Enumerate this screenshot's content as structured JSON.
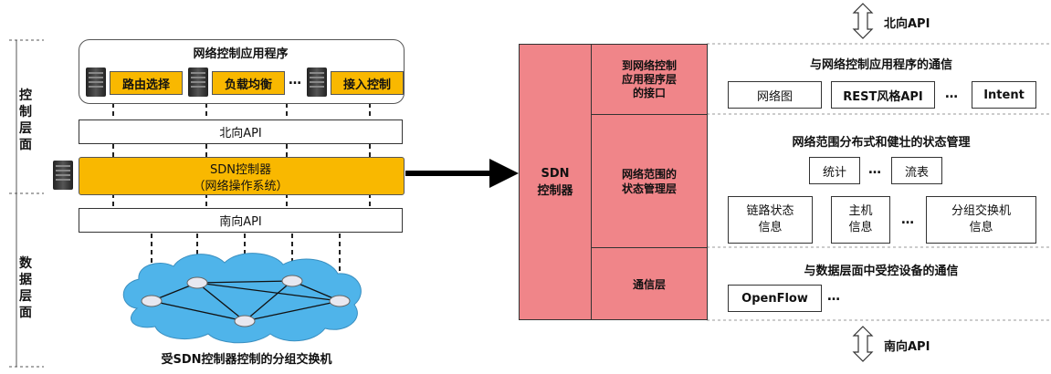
{
  "left": {
    "control_layer_label": "控制层面",
    "data_layer_label": "数据层面",
    "app_group_title": "网络控制应用程序",
    "apps": [
      "路由选择",
      "负载均衡",
      "接入控制"
    ],
    "apps_ellipsis": "…",
    "northbound_api": "北向API",
    "controller_line1": "SDN控制器",
    "controller_line2": "（网络操作系统）",
    "southbound_api": "南向API",
    "switches_caption": "受SDN控制器控制的分组交换机"
  },
  "right": {
    "top_api": "北向API",
    "bottom_api": "南向API",
    "sdn_controller": "SDN\n控制器",
    "layers": [
      {
        "name": "到网络控制\n应用程序层\n的接口",
        "desc": "与网络控制应用程序的通信"
      },
      {
        "name": "网络范围的\n状态管理层",
        "desc": "网络范围分布式和健壮的状态管理"
      },
      {
        "name": "通信层",
        "desc": "与数据层面中受控设备的通信"
      }
    ],
    "interface_items": [
      "网络图",
      "REST风格API",
      "Intent"
    ],
    "state_items_top": [
      "统计",
      "流表"
    ],
    "state_items_bottom": [
      "链路状态\n信息",
      "主机\n信息",
      "分组交换机\n信息"
    ],
    "comm_items": [
      "OpenFlow"
    ],
    "ellipsis": "…"
  },
  "colors": {
    "controller_yellow": "#f9b800",
    "sdn_pink": "#f08589"
  }
}
